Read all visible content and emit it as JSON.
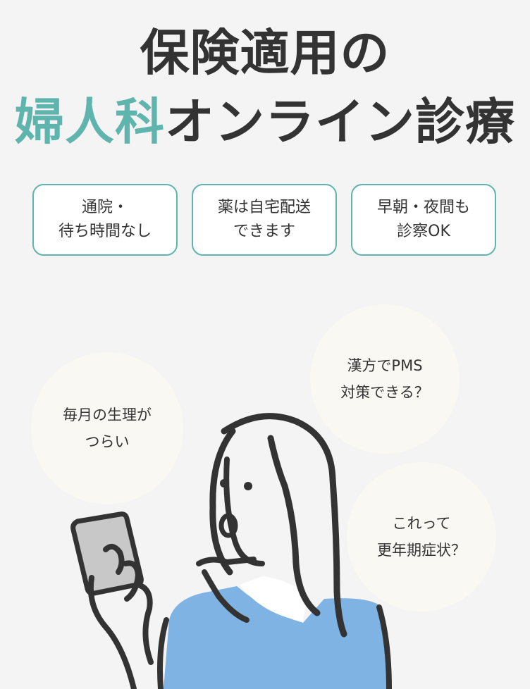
{
  "title": {
    "line1": "保険適用の",
    "line2_accent": "婦人科",
    "line2_rest": "オンライン診療"
  },
  "features": [
    {
      "line1": "通院・",
      "line2": "待ち時間なし"
    },
    {
      "line1": "薬は自宅配送",
      "line2": "できます"
    },
    {
      "line1": "早朝・夜間も",
      "line2": "診察OK"
    }
  ],
  "bubbles": [
    {
      "line1": "毎月の生理が",
      "line2": "つらい"
    },
    {
      "line1": "漢方でPMS",
      "line2": "対策できる？"
    },
    {
      "line1": "これって",
      "line2": "更年期症状？"
    }
  ],
  "colors": {
    "accent": "#5fb5ae",
    "text": "#333333",
    "background": "#f4f4f4",
    "shirt": "#7fb3e3",
    "phone": "#c8c8c8"
  }
}
